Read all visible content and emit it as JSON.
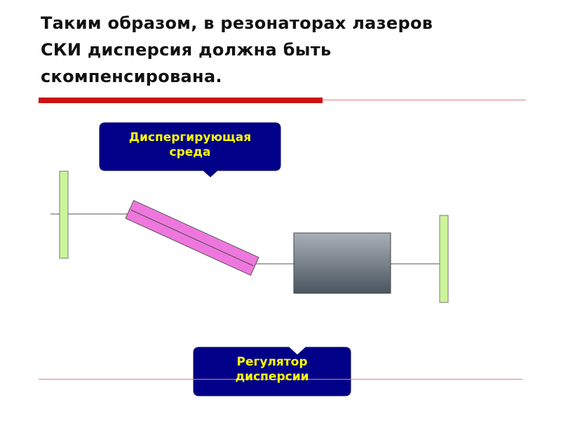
{
  "title": {
    "line1": "Таким образом, в резонаторах лазеров",
    "line2": "СКИ дисперсия должна быть",
    "line3": "скомпенсирована."
  },
  "callout_top": {
    "line1": "Диспергирующая",
    "line2": "среда"
  },
  "callout_bottom": {
    "line1": "Регулятор",
    "line2": "дисперсии"
  },
  "colors": {
    "accent_red": "#cc1111",
    "mirror_green": "#ccf599",
    "medium_pink": "#ee77dd",
    "callout_blue": "#000088",
    "callout_text": "#ffff00",
    "gain_block_top": "#a8b0b8",
    "gain_block_bottom": "#4a555f"
  }
}
